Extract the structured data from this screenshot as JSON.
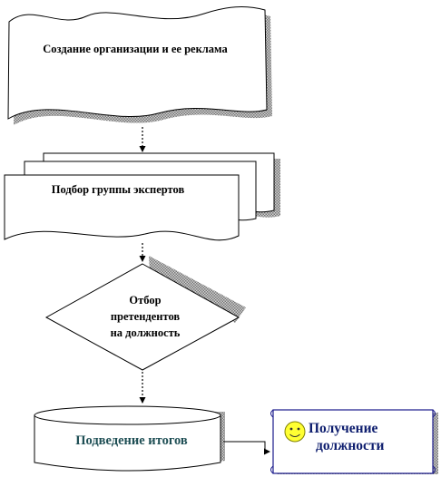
{
  "diagram": {
    "step1": {
      "label": "Создание организации и ее реклама"
    },
    "step2": {
      "label": "Подбор группы экспертов"
    },
    "step3": {
      "line1": "Отбор",
      "line2": "претендентов",
      "line3": "на должность"
    },
    "step4": {
      "label": "Подведение итогов"
    },
    "result": {
      "line1": "Получение",
      "line2": "должности"
    }
  },
  "colors": {
    "stroke": "#000000",
    "shadow": "#9a9a9a",
    "step4_text": "#1f4f55",
    "result_text": "#0d1d6e",
    "smiley": "#ffff33"
  },
  "icons": {
    "result_icon": "smiley-face-icon"
  }
}
